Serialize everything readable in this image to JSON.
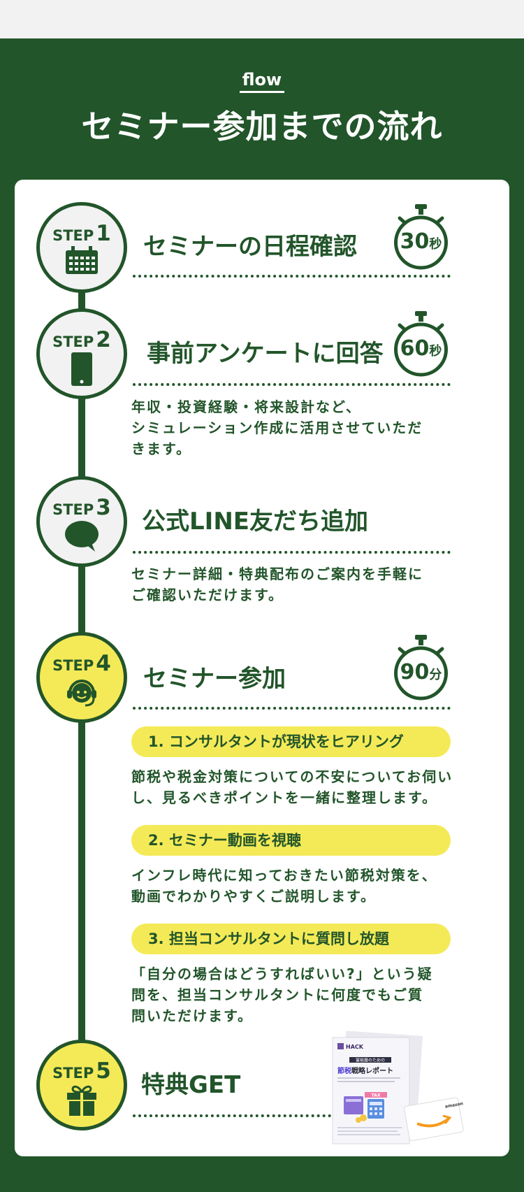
{
  "header": {
    "eyebrow": "flow",
    "title": "セミナー参加までの流れ"
  },
  "colors": {
    "primary_green": "#22552a",
    "accent_yellow": "#f4ea58",
    "card_bg": "#ffffff",
    "circle_bg": "#f2f2f2"
  },
  "steps": [
    {
      "step_word": "STEP",
      "number": "1",
      "title": "セミナーの日程確認",
      "icon": "calendar-icon",
      "timer": {
        "value": "30",
        "unit": "秒"
      }
    },
    {
      "step_word": "STEP",
      "number": "2",
      "title": "事前アンケートに回答",
      "icon": "smartphone-icon",
      "timer": {
        "value": "60",
        "unit": "秒"
      },
      "description_lines": [
        "年収・投資経験・将来設計など、",
        "シミュレーション作成に活用させていただ",
        "きます。"
      ]
    },
    {
      "step_word": "STEP",
      "number": "3",
      "title": "公式LINE友だち追加",
      "icon": "chat-bubble-icon",
      "description_lines": [
        "セミナー詳細・特典配布のご案内を手軽に",
        "ご確認いただけます。"
      ]
    },
    {
      "step_word": "STEP",
      "number": "4",
      "title": "セミナー参加",
      "icon": "consultant-headset-icon",
      "timer": {
        "value": "90",
        "unit": "分"
      },
      "substeps": [
        {
          "label": "1. コンサルタントが現状をヒアリング",
          "description_lines": [
            "節税や税金対策についての不安についてお伺い",
            "し、見るべきポイントを一緒に整理します。"
          ]
        },
        {
          "label": "2. セミナー動画を視聴",
          "description_lines": [
            "インフレ時代に知っておきたい節税対策を、",
            "動画でわかりやすくご説明します。"
          ]
        },
        {
          "label": "3. 担当コンサルタントに質問し放題",
          "description_lines": [
            "「自分の場合はどうすればいい?」という疑",
            "問を、担当コンサルタントに何度でもご質",
            "問いただけます。"
          ]
        }
      ]
    },
    {
      "step_word": "STEP",
      "number": "5",
      "title": "特典GET",
      "icon": "gift-icon"
    }
  ],
  "bonus_image": {
    "brand": "HACK",
    "report_kicker": "富裕層のための",
    "report_title_highlight": "節税",
    "report_title_rest": "戦略レポート",
    "tax_tag": "TAX",
    "gift_card_brand": "amazon"
  }
}
